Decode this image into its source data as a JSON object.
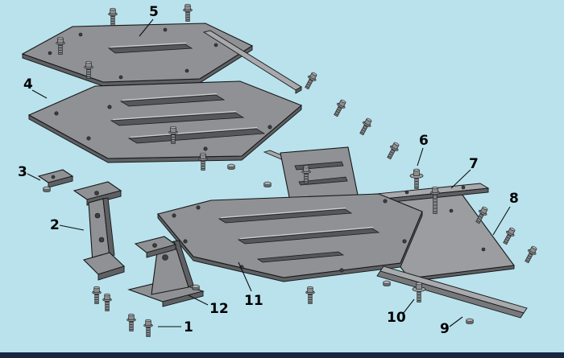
{
  "figure": {
    "kind": "exploded-parts-diagram",
    "description_visible_text_only": true
  },
  "colors": {
    "background": "#b9e2ec",
    "bottom_bar": "#172742",
    "plate": "#8f9195",
    "plate_dark": "#5e6063",
    "plate_light": "#a7a9ac",
    "rib": "#55575a",
    "outline": "#161616",
    "callout_text": "#000000"
  },
  "callouts": [
    {
      "label": "1"
    },
    {
      "label": "2"
    },
    {
      "label": "3"
    },
    {
      "label": "4"
    },
    {
      "label": "5"
    },
    {
      "label": "6"
    },
    {
      "label": "7"
    },
    {
      "label": "8"
    },
    {
      "label": "9"
    },
    {
      "label": "10"
    },
    {
      "label": "11"
    },
    {
      "label": "12"
    }
  ]
}
